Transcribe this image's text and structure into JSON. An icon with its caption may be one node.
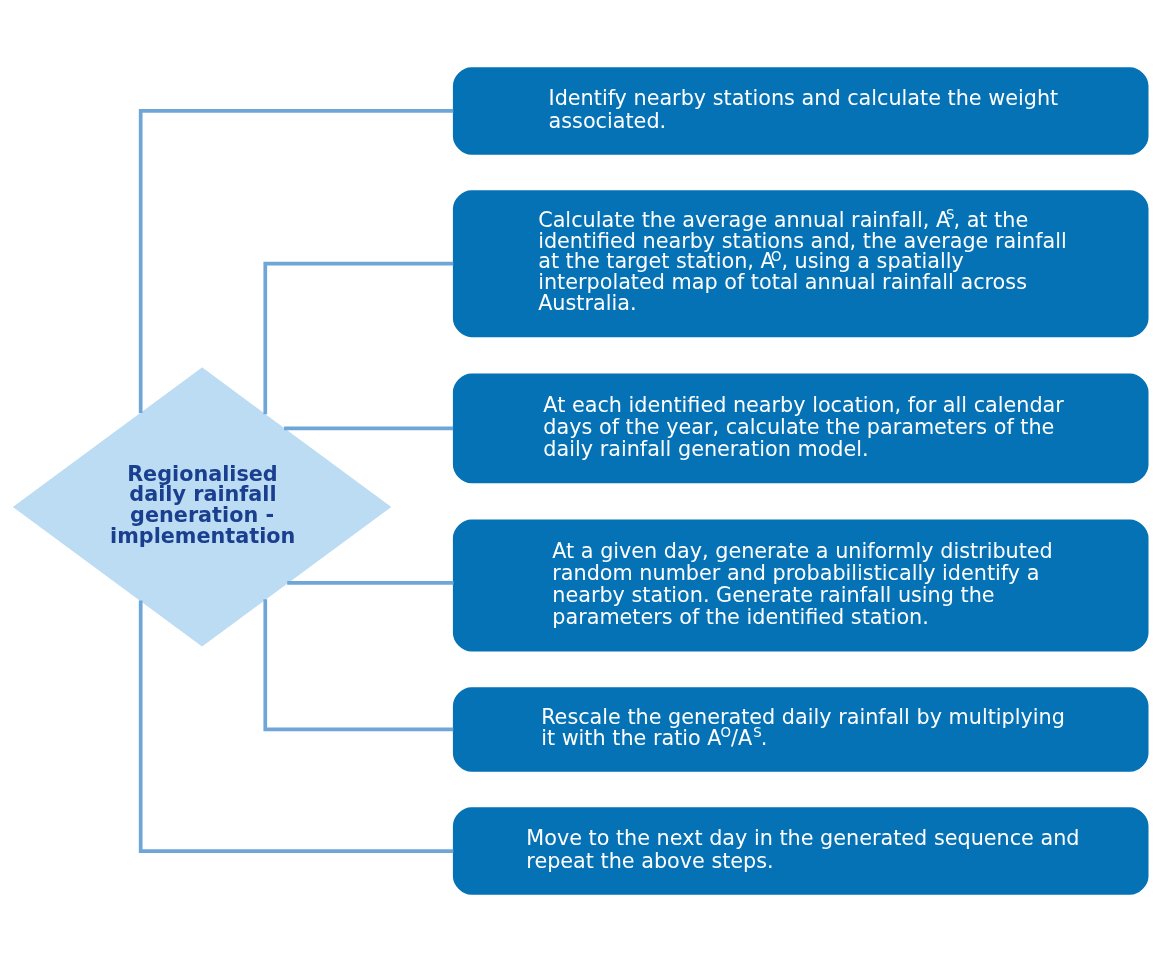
{
  "diagram": {
    "nodes": [
      {
        "text": [
          "Regionalised daily rainfall generation - implementation"
        ]
      },
      {
        "text": [
          "Identify nearby stations and calculate the weight associated."
        ]
      },
      {
        "text": [
          "Calculate the average annual rainfall, A$^{S}$, at the identified nearby stations and, the average rainfall at the target station, A$^{O}$, using a spatially interpolated map of total annual rainfall across Australia."
        ]
      },
      {
        "text": [
          "At each identified nearby location, for all calendar days of the year, calculate the parameters of the daily rainfall generation model."
        ]
      },
      {
        "text": [
          "At a given day, generate a uniformly distributed random number and probabilistically identify a nearby station. Generate rainfall using the parameters of the identified station."
        ]
      },
      {
        "text": [
          "Rescale the generated daily rainfall by multiplying it with the ratio A$^{O}$/A$^{S}$."
        ]
      },
      {
        "text": [
          "Move to the next day in the generated sequence and repeat the above steps."
        ]
      }
    ],
    "edges": [
      {
        "from": 0,
        "to": 1,
        "arrow": "none"
      },
      {
        "from": 0,
        "to": 2,
        "arrow": "none"
      },
      {
        "from": 0,
        "to": 3,
        "arrow": "none"
      },
      {
        "from": 0,
        "to": 4,
        "arrow": "none"
      },
      {
        "from": 0,
        "to": 5,
        "arrow": "none"
      },
      {
        "from": 0,
        "to": 6,
        "arrow": "none"
      }
    ]
  }
}
